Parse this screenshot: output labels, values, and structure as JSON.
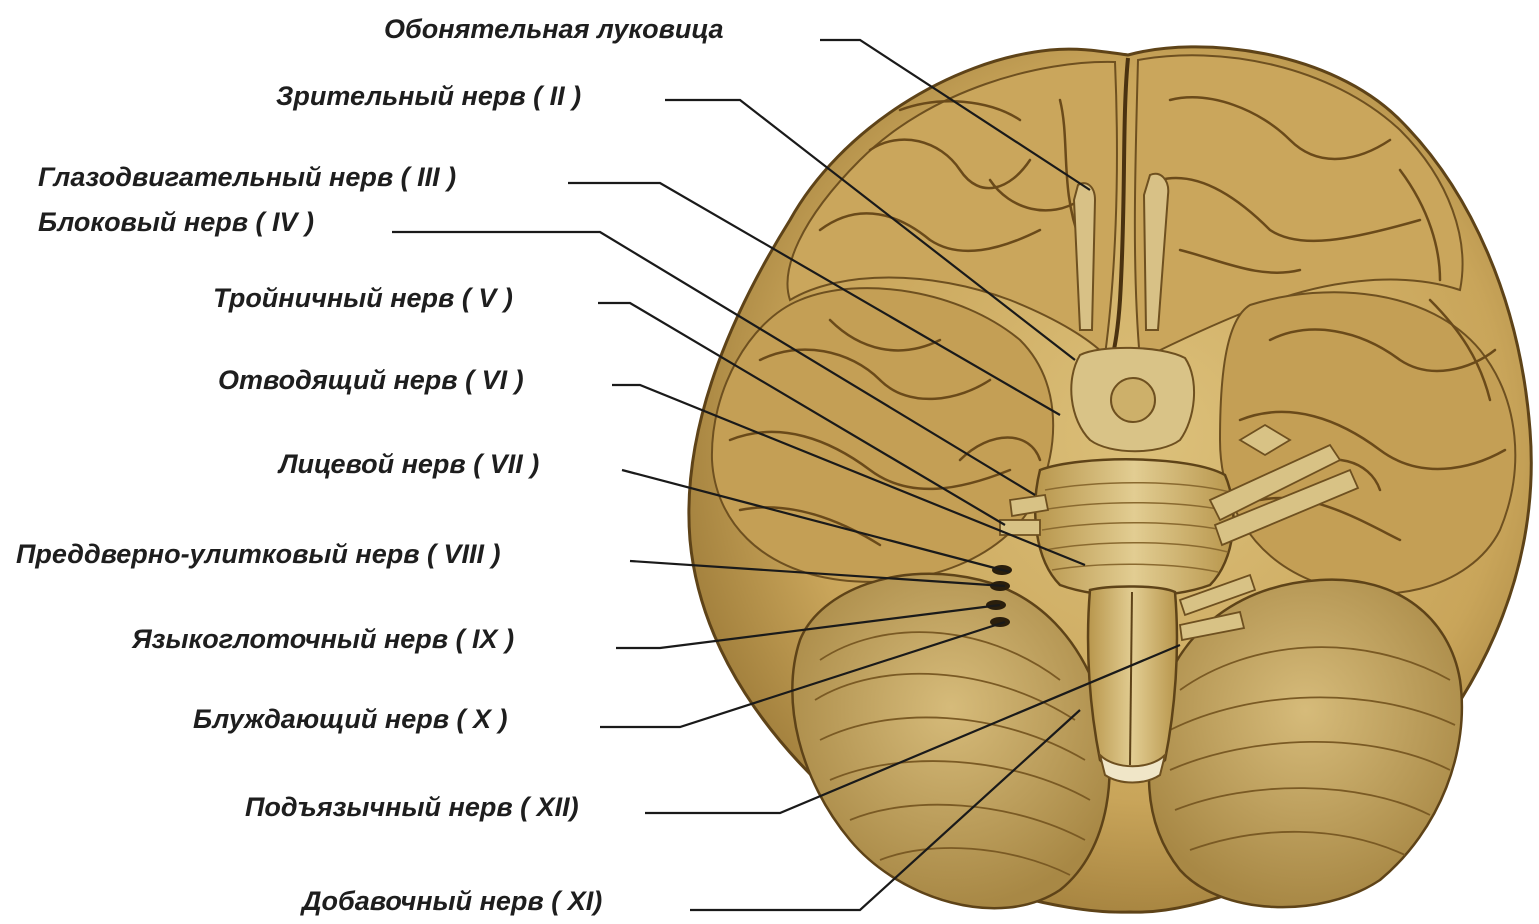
{
  "labels": [
    {
      "id": "olfactory-bulb",
      "text": "Обонятельная  луковица"
    },
    {
      "id": "optic-nerve",
      "text": "Зрительный нерв ( II )"
    },
    {
      "id": "oculomotor-nerve",
      "text": "Глазодвигательный нерв ( III )"
    },
    {
      "id": "trochlear-nerve",
      "text": "Блоковый нерв ( IV )"
    },
    {
      "id": "trigeminal-nerve",
      "text": "Тройничный нерв ( V )"
    },
    {
      "id": "abducens-nerve",
      "text": "Отводящий нерв ( VI )"
    },
    {
      "id": "facial-nerve",
      "text": "Лицевой нерв ( VII )"
    },
    {
      "id": "vestibulocochlear-nerve",
      "text": "Преддверно-улитковый нерв ( VIII )"
    },
    {
      "id": "glossopharyngeal-nerve",
      "text": "Языкоглоточный нерв ( IX )"
    },
    {
      "id": "vagus-nerve",
      "text": "Блуждающий нерв ( X )"
    },
    {
      "id": "hypoglossal-nerve",
      "text": "Подъязычный нерв ( XII)"
    },
    {
      "id": "accessory-nerve",
      "text": "Добавочный нерв ( XI)"
    }
  ],
  "colors": {
    "brain_fill": "#c9a55a",
    "brain_shadow": "#7a5a24",
    "brain_light": "#dcc07a",
    "leader_line": "#1a1a1a",
    "text": "#1e1e1e"
  }
}
